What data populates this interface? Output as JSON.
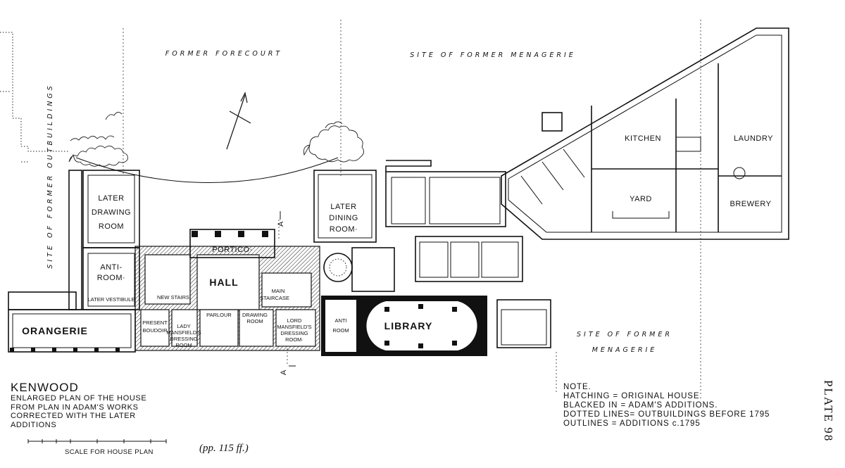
{
  "site_labels": {
    "former_forecourt": "FORMER FORECOURT",
    "site_former_menagerie_top": "SITE OF FORMER MENAGERIE",
    "site_former_outbuildings": "SITE OF FORMER OUTBUILDINGS",
    "site_former_menagerie_right_1": "SITE OF FORMER",
    "site_former_menagerie_right_2": "MENAGERIE"
  },
  "rooms": {
    "later_drawing_room": [
      "LATER",
      "DRAWING",
      "ROOM"
    ],
    "anti_room_left": [
      "ANTI-",
      "ROOM·"
    ],
    "later_vestibule": "LATER VESTIBULE",
    "orangerie": "ORANGERIE",
    "present_boudoir": [
      "PRESENT",
      "BOUDOIR"
    ],
    "lady_mansfields": [
      "LADY",
      "MANSFIELD'S",
      "DRESSING",
      "ROOM"
    ],
    "new_stairs": "NEW STAIRS",
    "parlour": "PARLOUR",
    "portico": "PORTICO·",
    "hall": "HALL",
    "drawing_room": [
      "DRAWING",
      "ROOM"
    ],
    "main_staircase": [
      "MAIN",
      "STAIRCASE"
    ],
    "lord_mansfields": [
      "LORD",
      "MANSFIELD'S",
      "DRESSING",
      "ROOM·"
    ],
    "later_dining_room": [
      "LATER",
      "DINING",
      "ROOM·"
    ],
    "anti_room_right": [
      "ANTI",
      "ROOM"
    ],
    "library": "LIBRARY",
    "kitchen": "KITCHEN",
    "laundry": "LAUNDRY",
    "yard": "YARD",
    "brewery": "BREWERY"
  },
  "section_markers": {
    "top": "A",
    "bottom": "A"
  },
  "title": {
    "main": "KENWOOD",
    "lines": [
      "ENLARGED PLAN OF THE HOUSE",
      "FROM PLAN IN ADAM'S WORKS",
      "CORRECTED WITH THE LATER",
      "ADDITIONS"
    ]
  },
  "scale_label": "SCALE FOR HOUSE PLAN",
  "page_ref": "(pp. 115 ff.)",
  "note": {
    "heading": "NOTE.",
    "lines": [
      "HATCHING  = ORIGINAL HOUSE.",
      "BLACKED IN = ADAM'S ADDITIONS.",
      "DOTTED LINES= OUTBUILDINGS BEFORE 1795",
      "OUTLINES   = ADDITIONS c.1795"
    ]
  },
  "plate": "PLATE 98"
}
